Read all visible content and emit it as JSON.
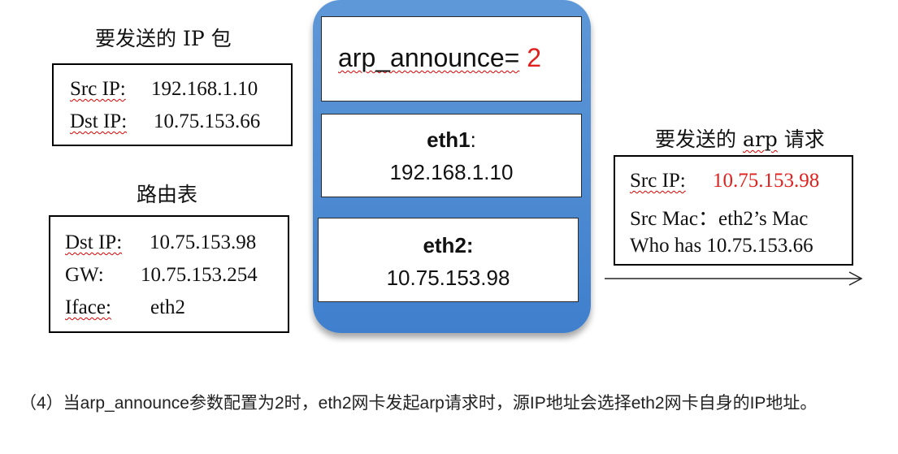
{
  "left": {
    "ip_packet_heading": "要发送的 IP 包",
    "ip_packet": {
      "src_label": "Src IP:",
      "src_value": "192.168.1.10",
      "dst_label": "Dst IP:",
      "dst_value": "10.75.153.66"
    },
    "route_heading": "路由表",
    "route_table": {
      "dst_label": "Dst IP:",
      "dst_value": "10.75.153.98",
      "gw_label": "GW:",
      "gw_value": "10.75.153.254",
      "iface_label": "Iface:",
      "iface_value": "eth2"
    }
  },
  "center": {
    "setting_label": "arp_announce=",
    "setting_value": "2",
    "eth1_name": "eth1",
    "eth1_colon": ":",
    "eth1_ip": "192.168.1.10",
    "eth2_name": "eth2:",
    "eth2_ip": "10.75.153.98"
  },
  "right": {
    "heading_prefix": "要发送的 ",
    "heading_arp": "arp",
    "heading_suffix": " 请求",
    "src_ip_label": "Src IP:",
    "src_ip_value": "10.75.153.98",
    "src_mac_label": "Src Mac：",
    "src_mac_value": "eth2’s Mac",
    "who_has": "Who has 10.75.153.66"
  },
  "caption": {
    "text": "（4）当arp_announce参数配置为2时，eth2网卡发起arp请求时，源IP地址会选择eth2网卡自身的IP地址。"
  },
  "colors": {
    "panel_blue": "#4a88d0",
    "highlight_red": "#e0201c"
  }
}
